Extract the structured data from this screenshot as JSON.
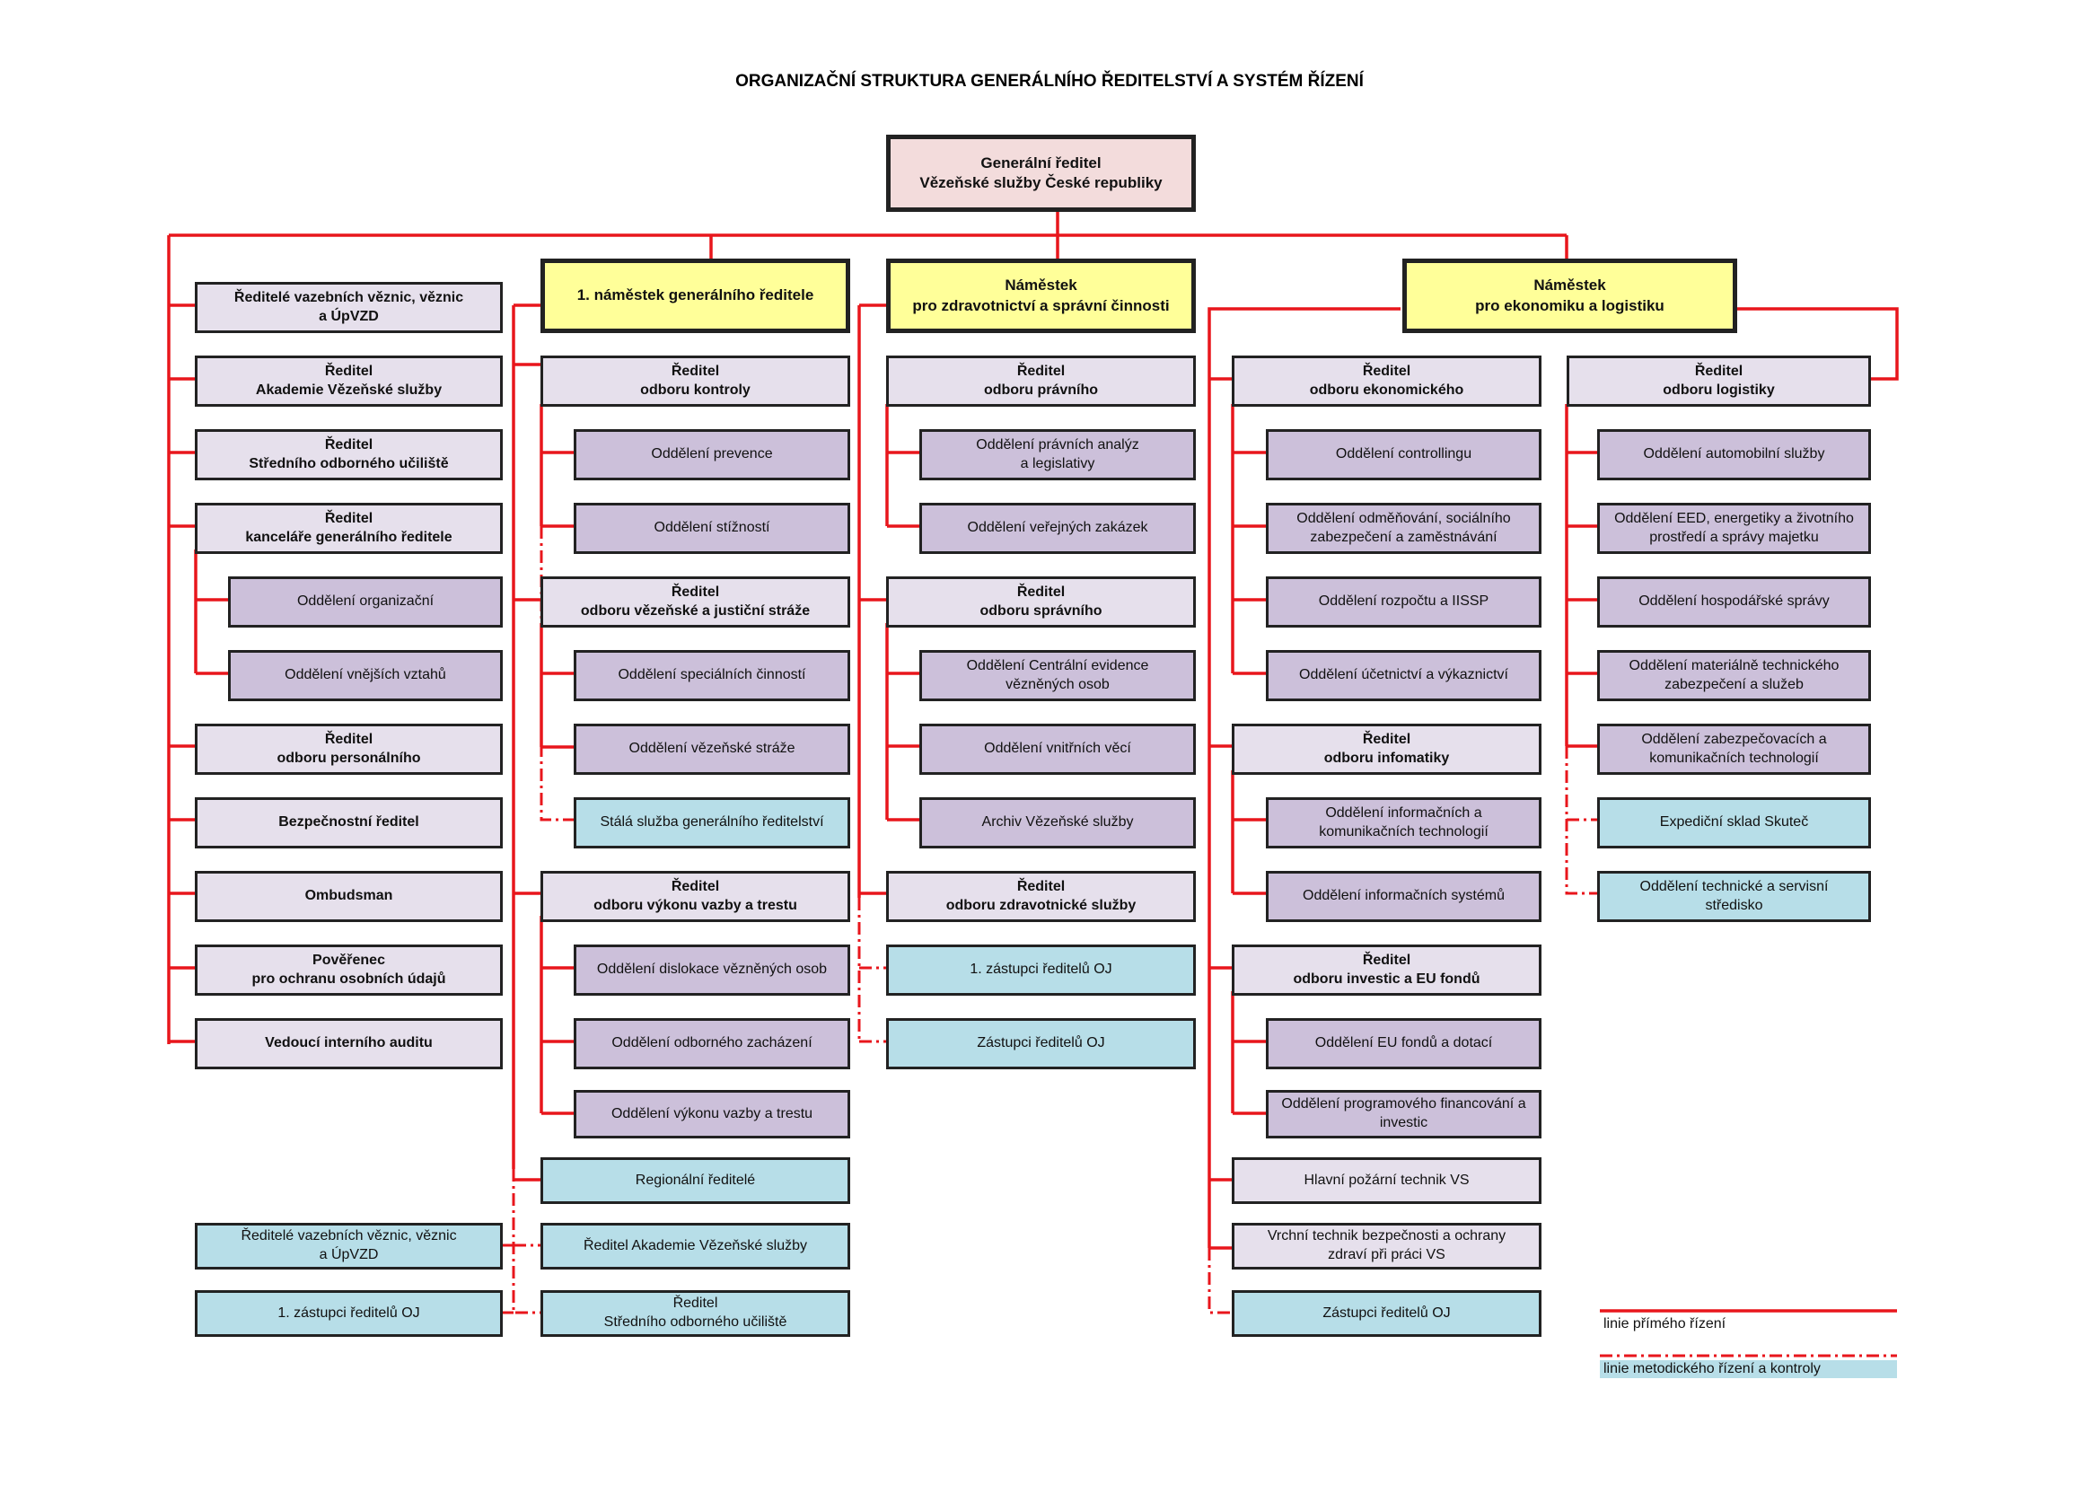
{
  "title": "ORGANIZAČNÍ STRUKTURA GENERÁLNÍHO ŘEDITELSTVÍ A SYSTÉM ŘÍZENÍ",
  "colors": {
    "direct_line": "#e8161c",
    "top_fill": "#f3dcdc",
    "deputy_fill": "#ffff99",
    "head_fill": "#e6e0ec",
    "sub_fill": "#ccc0da",
    "methodical_fill": "#b7dee8"
  },
  "boxes": {
    "gr": "Generální ředitel\nVězeňské služby České republiky",
    "dep1": "1. náměstek generálního ředitele",
    "dep2": "Náměstek\npro zdravotnictví a správní činnosti",
    "dep3": "Náměstek\npro ekonomiku a logistiku",
    "c0_1": "Ředitelé vazebních věznic, věznic\na ÚpVZD",
    "c0_2": "Ředitel\nAkademie Vězeňské služby",
    "c0_3": "Ředitel\nStředního odborného učiliště",
    "c0_4": "Ředitel\nkanceláře generálního ředitele",
    "c0_4a": "Oddělení organizační",
    "c0_4b": "Oddělení vnějších vztahů",
    "c0_5": "Ředitel\nodboru personálního",
    "c0_6": "Bezpečnostní ředitel",
    "c0_7": "Ombudsman",
    "c0_8": "Pověřenec\npro ochranu osobních údajů",
    "c0_9": "Vedoucí interního auditu",
    "c0_m1": "Ředitelé vazebních věznic, věznic\na ÚpVZD",
    "c0_m2": "1. zástupci ředitelů OJ",
    "c1_h1": "Ředitel\nodboru kontroly",
    "c1_s1": "Oddělení prevence",
    "c1_s2": "Oddělení stížností",
    "c1_h2": "Ředitel\nodboru vězeňské a justiční stráže",
    "c1_s3": "Oddělení speciálních činností",
    "c1_s4": "Oddělení vězeňské stráže",
    "c1_m0": "Stálá služba generálního ředitelství",
    "c1_h3": "Ředitel\nodboru výkonu vazby a trestu",
    "c1_s5": "Oddělení dislokace vězněných osob",
    "c1_s6": "Oddělení odborného zacházení",
    "c1_s7": "Oddělení výkonu vazby a trestu",
    "c1_m1": "Regionální ředitelé",
    "c1_m2": "Ředitel Akademie Vězeňské služby",
    "c1_m3": "Ředitel\nStředního odborného učiliště",
    "c2_h1": "Ředitel\nodboru právního",
    "c2_s1": "Oddělení právních analýz\na legislativy",
    "c2_s2": "Oddělení veřejných zakázek",
    "c2_h2": "Ředitel\nodboru správního",
    "c2_s3": "Oddělení Centrální evidence\nvězněných osob",
    "c2_s4": "Oddělení vnitřních věcí",
    "c2_s5": "Archiv Vězeňské služby",
    "c2_h3": "Ředitel\nodboru zdravotnické služby",
    "c2_m1": "1. zástupci ředitelů OJ",
    "c2_m2": "Zástupci ředitelů OJ",
    "c3_h1": "Ředitel\nodboru ekonomického",
    "c3_s1": "Oddělení controllingu",
    "c3_s2": "Oddělení odměňování, sociálního\nzabezpečení a zaměstnávání",
    "c3_s3": "Oddělení rozpočtu a IISSP",
    "c3_s4": "Oddělení účetnictví a výkaznictví",
    "c3_h2": "Ředitel\nodboru infomatiky",
    "c3_s5": "Oddělení informačních a\nkomunikačních technologií",
    "c3_s6": "Oddělení informačních systémů",
    "c3_h3": "Ředitel\nodboru investic a EU fondů",
    "c3_s7": "Oddělení EU fondů a dotací",
    "c3_s8": "Oddělení programového financování a\ninvestic",
    "c3_x1": "Hlavní požární technik VS",
    "c3_x2": "Vrchní technik bezpečnosti a ochrany\nzdraví při práci VS",
    "c3_m1": "Zástupci ředitelů OJ",
    "c4_h1": "Ředitel\nodboru logistiky",
    "c4_s1": "Oddělení automobilní služby",
    "c4_s2": "Oddělení EED, energetiky a životního\nprostředí a správy majetku",
    "c4_s3": "Oddělení hospodářské správy",
    "c4_s4": "Oddělení materiálně technického\nzabezpečení a služeb",
    "c4_s5": "Oddělení zabezpečovacích a\nkomunikačních technologií",
    "c4_m1": "Expediční sklad Skuteč",
    "c4_m2": "Oddělení technické a servisní\nstředisko"
  },
  "legend": {
    "direct": "linie přímého řízení",
    "methodical": "linie metodického řízení a kontroly"
  }
}
